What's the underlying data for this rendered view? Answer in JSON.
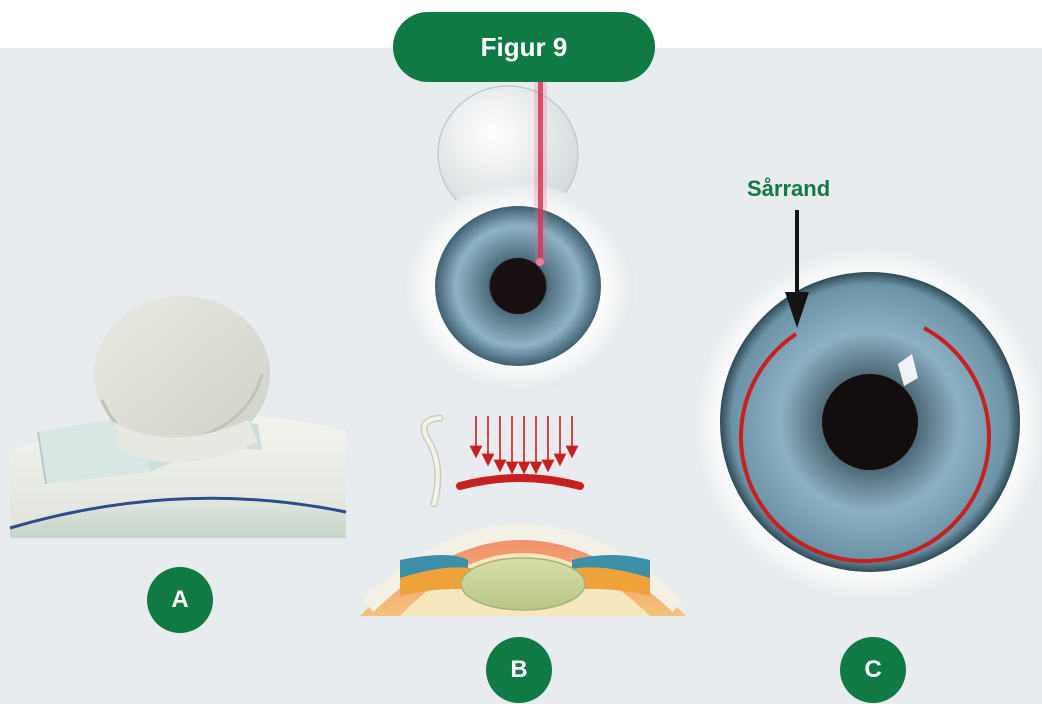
{
  "figure_title": "Figur 9",
  "panels": [
    {
      "id": "A",
      "label": "A"
    },
    {
      "id": "B",
      "label": "B"
    },
    {
      "id": "C",
      "label": "C"
    }
  ],
  "annotations": {
    "wound_edge": "Sårrand"
  },
  "colors": {
    "brand_green": "#107a45",
    "background": "#e8ecee",
    "laser_red": "#d0284a",
    "wound_red": "#c8201e",
    "iris_blue": "#6f97ad"
  }
}
